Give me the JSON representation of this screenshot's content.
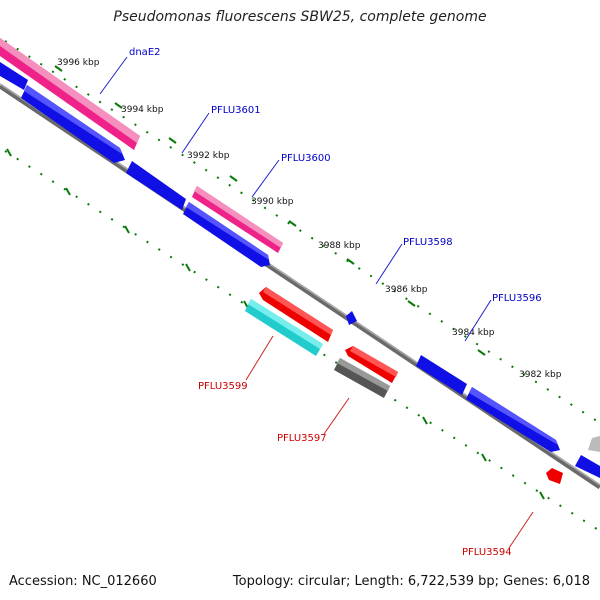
{
  "title": "Pseudomonas fluorescens SBW25, complete genome",
  "footer": {
    "accession": "Accession: NC_012660",
    "summary": "Topology: circular; Length: 6,722,539 bp; Genes: 6,018"
  },
  "ticks": [
    "3996 kbp",
    "3994 kbp",
    "3992 kbp",
    "3990 kbp",
    "3988 kbp",
    "3986 kbp",
    "3984 kbp",
    "3982 kbp"
  ],
  "genes_top": [
    {
      "label": "dnaE2",
      "color": "#0000cc"
    },
    {
      "label": "PFLU3601",
      "color": "#0000cc"
    },
    {
      "label": "PFLU3600",
      "color": "#0000cc"
    },
    {
      "label": "PFLU3598",
      "color": "#0000cc"
    },
    {
      "label": "PFLU3596",
      "color": "#0000cc"
    }
  ],
  "genes_bottom": [
    {
      "label": "PFLU3599",
      "color": "#cc0000"
    },
    {
      "label": "PFLU3597",
      "color": "#cc0000"
    },
    {
      "label": "PFLU3594",
      "color": "#cc0000"
    }
  ],
  "colors": {
    "backbone": "#7f7f7f",
    "blue_gene": "#1010e6",
    "magenta_gene": "#ee2288",
    "red_gene": "#ee0000",
    "cyan_gene": "#22cccc",
    "gray_gene": "#666666",
    "tick": "#0a7a0a"
  }
}
